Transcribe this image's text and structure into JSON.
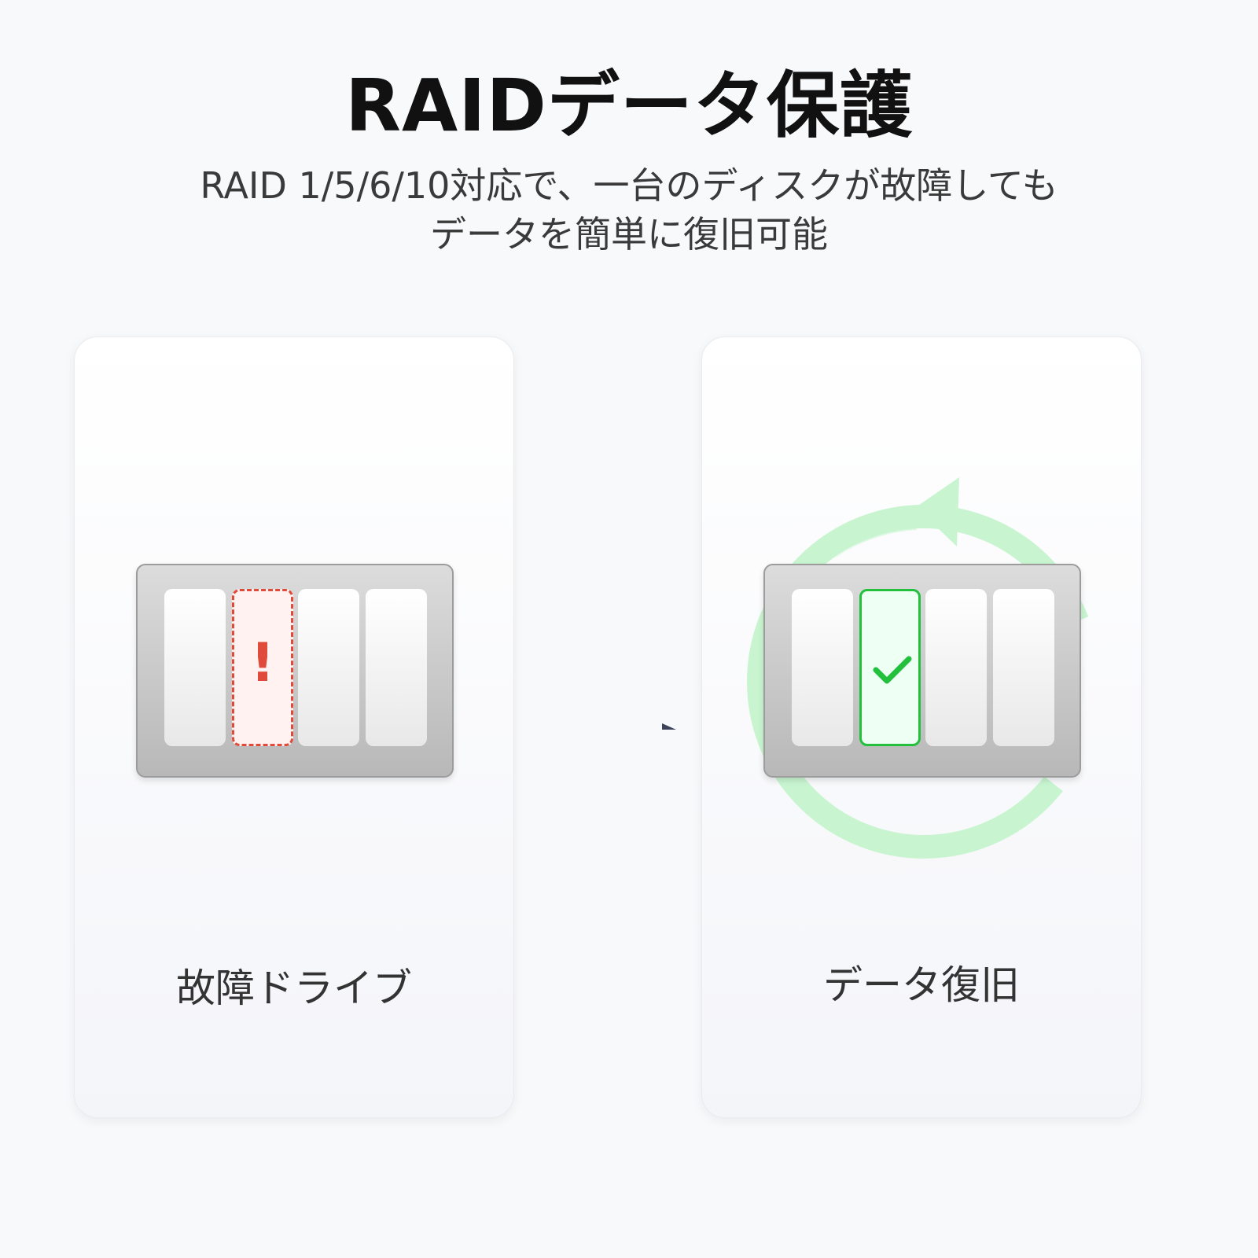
{
  "header": {
    "title": "RAIDデータ保護",
    "subtitle_line1": "RAID 1/5/6/10対応で、一台のディスクが故障しても",
    "subtitle_line2": "データを簡単に復旧可能"
  },
  "panels": {
    "left": {
      "label": "故障ドライブ",
      "failed_mark": "!"
    },
    "right": {
      "label": "データ復旧"
    }
  },
  "colors": {
    "failed": "#e04a3a",
    "recovered": "#22c03c",
    "recovery_ring": "#c8f5d0"
  }
}
